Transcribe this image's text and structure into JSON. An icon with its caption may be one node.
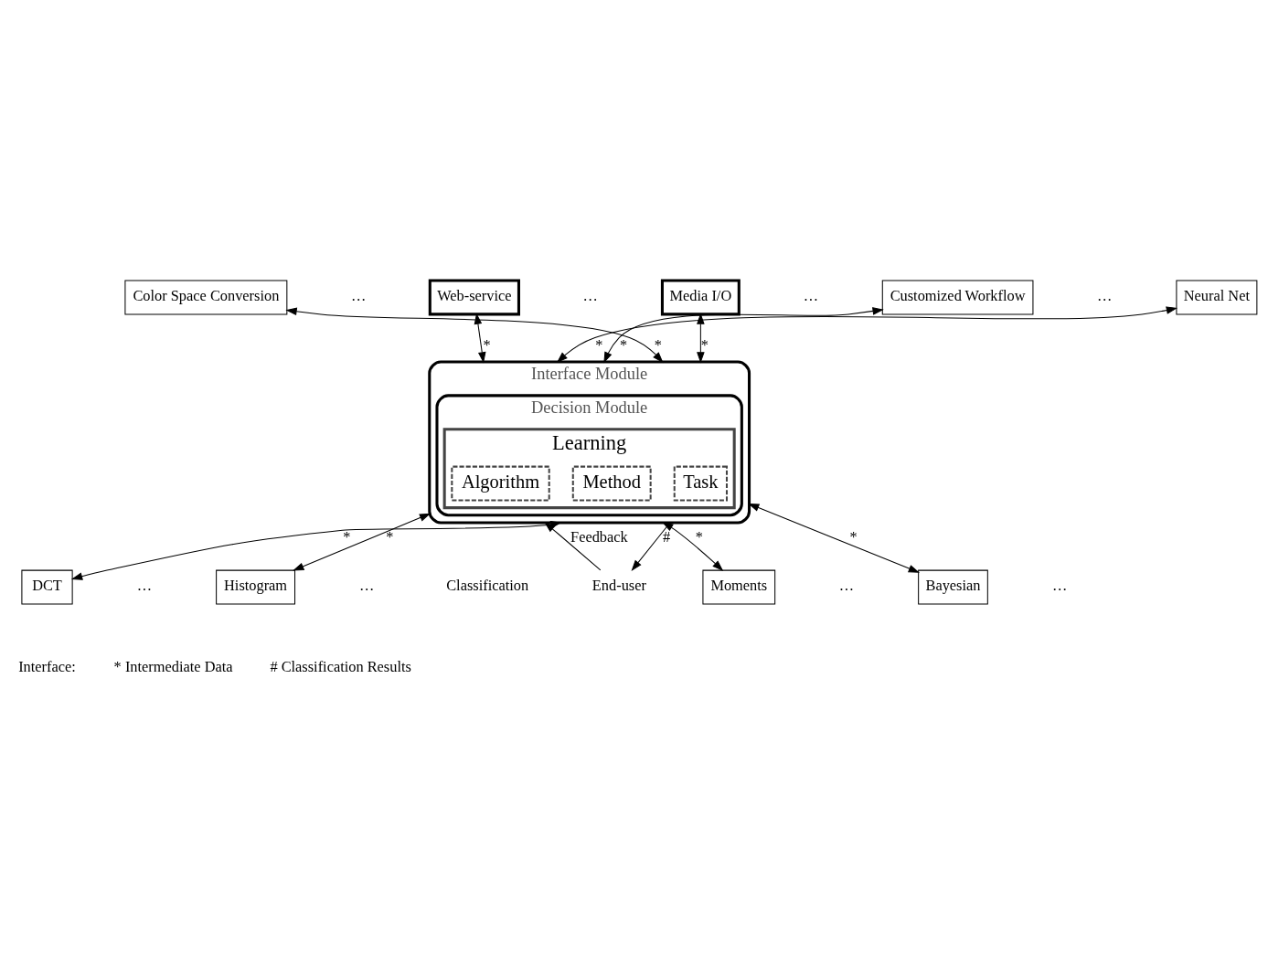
{
  "diagram": {
    "nodes": [
      {
        "text": [
          "Interface Module"
        ]
      },
      {
        "text": [
          "Decision Module"
        ],
        "in": 0
      },
      {
        "text": [
          "Learning"
        ],
        "in": 1
      },
      {
        "text": [
          "Task"
        ],
        "in": 2
      },
      {
        "text": [
          "Algorithm"
        ],
        "in": 2
      },
      {
        "text": [
          "Method"
        ],
        "in": 2
      },
      {
        "text": [
          "Media I/O"
        ]
      },
      {
        "text": [
          "Web-service"
        ]
      },
      {
        "text": [
          "Customized Workflow"
        ]
      },
      {
        "text": [
          "Color Space Conversion"
        ]
      },
      {
        "text": [
          "Neural Net"
        ]
      },
      {
        "text": [
          "DCT"
        ]
      },
      {
        "text": [
          "Bayesian"
        ]
      },
      {
        "text": [
          "Histogram"
        ]
      },
      {
        "text": [
          "Moments"
        ]
      },
      {
        "text": [
          "End-user"
        ]
      }
    ],
    "edges": [
      {
        "from": 6,
        "to": 0,
        "arrow": "both",
        "label": "*"
      },
      {
        "from": 7,
        "to": 0,
        "arrow": "both",
        "label": "*"
      },
      {
        "from": 8,
        "to": 0,
        "arrow": "both",
        "label": "*"
      },
      {
        "from": 9,
        "to": 0,
        "arrow": "both",
        "label": "*"
      },
      {
        "from": 10,
        "to": 0,
        "arrow": "both",
        "label": "*"
      },
      {
        "from": 11,
        "to": 0,
        "arrow": "both",
        "label": "*"
      },
      {
        "from": 12,
        "to": 0,
        "arrow": "both",
        "label": "*"
      },
      {
        "from": 13,
        "to": 0,
        "arrow": "both",
        "label": "*"
      },
      {
        "from": 14,
        "to": 0,
        "arrow": "both",
        "label": "*"
      },
      {
        "from": 0,
        "to": 15,
        "arrow": "to",
        "label": "#"
      },
      {
        "from": 15,
        "to": 0,
        "arrow": "to",
        "label": "Feedback"
      }
    ],
    "labels": [
      "…",
      "…",
      "…",
      "…",
      "…",
      "…",
      "…",
      "…",
      "Classification",
      "Interface:",
      "* Intermediate Data",
      "# Classification Results"
    ]
  }
}
